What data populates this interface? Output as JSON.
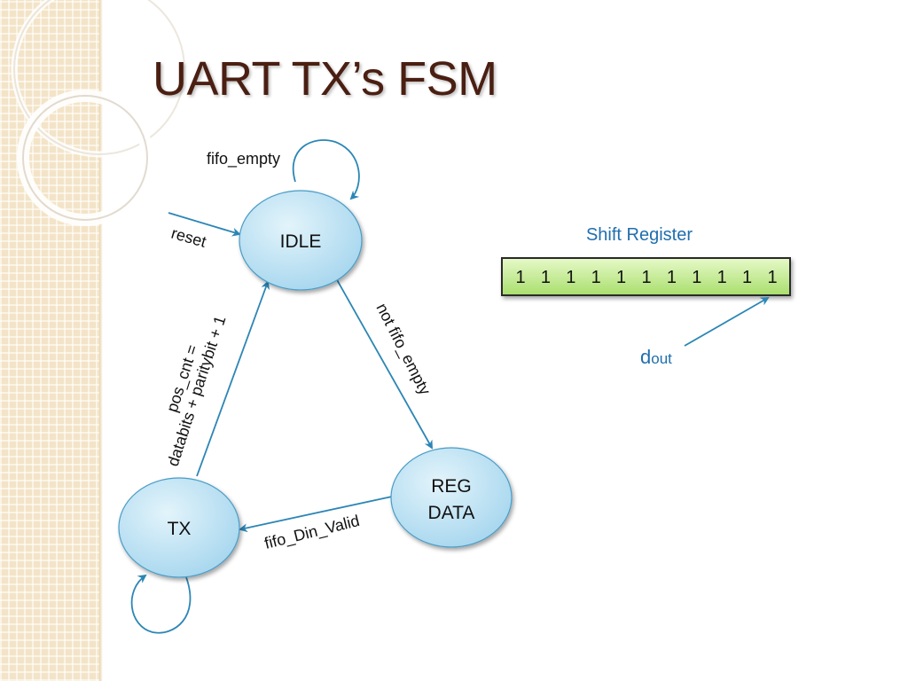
{
  "slide": {
    "title": "UART TX’s FSM"
  },
  "fsm": {
    "nodes": {
      "idle": "IDLE",
      "reg_data_line1": "REG",
      "reg_data_line2": "DATA",
      "tx": "TX"
    },
    "edges": {
      "idle_self": "fifo_empty",
      "reset": "reset",
      "idle_to_reg": "not fifo_empty",
      "reg_to_tx": "fifo_Din_Valid",
      "tx_to_idle_line1": "pos_cnt =",
      "tx_to_idle_line2": "databits + paritybit + 1"
    }
  },
  "shift_register": {
    "title": "Shift Register",
    "bits": [
      "1",
      "1",
      "1",
      "1",
      "1",
      "1",
      "1",
      "1",
      "1",
      "1",
      "1"
    ],
    "output_label": "d",
    "output_subscript": "out"
  },
  "colors": {
    "title": "#4a1f12",
    "edge": "#2c86b5",
    "node_fill_light": "#e3f4fb",
    "node_fill_dark": "#a6d6ee",
    "register_fill": "#c4ec8e",
    "accent_text": "#1f6fae"
  }
}
